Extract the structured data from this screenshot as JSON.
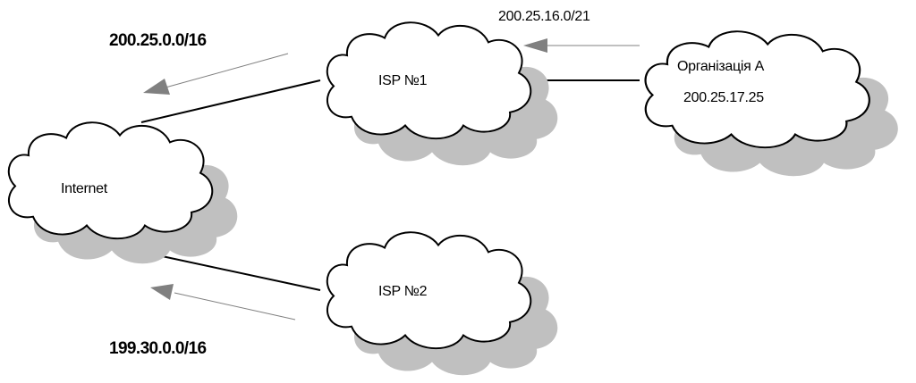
{
  "nodes": {
    "internet": {
      "label": "Internet"
    },
    "isp1": {
      "label": "ISP №1"
    },
    "isp2": {
      "label": "ISP №2"
    },
    "org_a": {
      "label": "Організація А",
      "address": "200.25.17.25"
    }
  },
  "prefixes": {
    "isp1_to_internet": "200.25.0.0/16",
    "isp2_to_internet": "199.30.0.0/16",
    "org_to_isp1": "200.25.16.0/21"
  },
  "colors": {
    "line": "#000000",
    "arrow": "#808080",
    "shadow": "#c0c0c0",
    "cloud": "#ffffff"
  }
}
